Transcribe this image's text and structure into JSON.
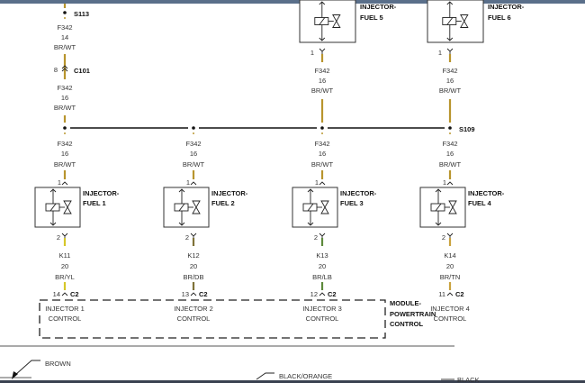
{
  "colors": {
    "wire_brwt": "#b8952e",
    "bus": "#111111",
    "top_bar": "#5a6f8a",
    "bottom_bar": "#3a4150"
  },
  "top_splice": {
    "label": "S113",
    "circuit": "F342",
    "gauge": "14",
    "color": "BR/WT"
  },
  "inline_connector": {
    "pin": "8",
    "label": "C101",
    "circuit": "F342",
    "gauge": "16",
    "color": "BR/WT"
  },
  "bus_splice": {
    "label": "S109"
  },
  "upper_injectors": [
    {
      "title1": "INJECTOR-",
      "title2": "FUEL 5",
      "pin": "1",
      "circuit": "F342",
      "gauge": "16",
      "color": "BR/WT"
    },
    {
      "title1": "INJECTOR-",
      "title2": "FUEL 6",
      "pin": "1",
      "circuit": "F342",
      "gauge": "16",
      "color": "BR/WT"
    }
  ],
  "lower_injectors": [
    {
      "feed_circuit": "F342",
      "feed_gauge": "16",
      "feed_color": "BR/WT",
      "pin_in": "1",
      "title1": "INJECTOR-",
      "title2": "FUEL 1",
      "pin_out": "2",
      "circuit": "K11",
      "gauge": "20",
      "color": "BR/YL",
      "wire_hex": "#d6c72a",
      "pcm_pin": "14",
      "pcm_connector": "C2",
      "pcm_label1": "INJECTOR 1",
      "pcm_label2": "CONTROL"
    },
    {
      "feed_circuit": "F342",
      "feed_gauge": "16",
      "feed_color": "BR/WT",
      "pin_in": "1",
      "title1": "INJECTOR-",
      "title2": "FUEL 2",
      "pin_out": "2",
      "circuit": "K12",
      "gauge": "20",
      "color": "BR/DB",
      "wire_hex": "#7f7238",
      "pcm_pin": "13",
      "pcm_connector": "C2",
      "pcm_label1": "INJECTOR 2",
      "pcm_label2": "CONTROL"
    },
    {
      "feed_circuit": "F342",
      "feed_gauge": "16",
      "feed_color": "BR/WT",
      "pin_in": "1",
      "title1": "INJECTOR-",
      "title2": "FUEL 3",
      "pin_out": "2",
      "circuit": "K13",
      "gauge": "20",
      "color": "BR/LB",
      "wire_hex": "#5e8a3c",
      "pcm_pin": "12",
      "pcm_connector": "C2",
      "pcm_label1": "INJECTOR 3",
      "pcm_label2": "CONTROL"
    },
    {
      "feed_circuit": "F342",
      "feed_gauge": "16",
      "feed_color": "BR/WT",
      "pin_in": "1",
      "title1": "INJECTOR-",
      "title2": "FUEL 4",
      "pin_out": "2",
      "circuit": "K14",
      "gauge": "20",
      "color": "BR/TN",
      "wire_hex": "#c9a23e",
      "pcm_pin": "11",
      "pcm_connector": "C2",
      "pcm_label1": "INJECTOR 4",
      "pcm_label2": "CONTROL"
    }
  ],
  "module": {
    "line1": "MODULE-",
    "line2": "POWERTRAIN",
    "line3": "CONTROL"
  },
  "legend": {
    "brown": "BROWN",
    "black_orange": "BLACK/ORANGE",
    "black": "BLACK"
  }
}
